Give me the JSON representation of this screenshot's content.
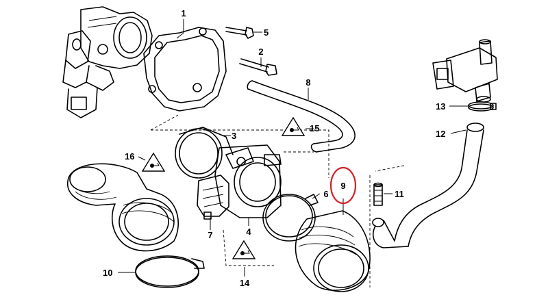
{
  "diagram": {
    "callouts": [
      {
        "id": "c1",
        "label": "1"
      },
      {
        "id": "c2",
        "label": "2"
      },
      {
        "id": "c3",
        "label": "3"
      },
      {
        "id": "c4",
        "label": "4"
      },
      {
        "id": "c5",
        "label": "5"
      },
      {
        "id": "c6",
        "label": "6"
      },
      {
        "id": "c7",
        "label": "7"
      },
      {
        "id": "c8",
        "label": "8"
      },
      {
        "id": "c9",
        "label": "9"
      },
      {
        "id": "c10",
        "label": "10"
      },
      {
        "id": "c11",
        "label": "11"
      },
      {
        "id": "c12",
        "label": "12"
      },
      {
        "id": "c13",
        "label": "13"
      },
      {
        "id": "c14",
        "label": "14"
      },
      {
        "id": "c15",
        "label": "15"
      },
      {
        "id": "c16",
        "label": "16"
      }
    ],
    "highlighted_callout": "9",
    "highlight_color": "#d61f26",
    "line_color": "#000000",
    "background": "#ffffff"
  }
}
